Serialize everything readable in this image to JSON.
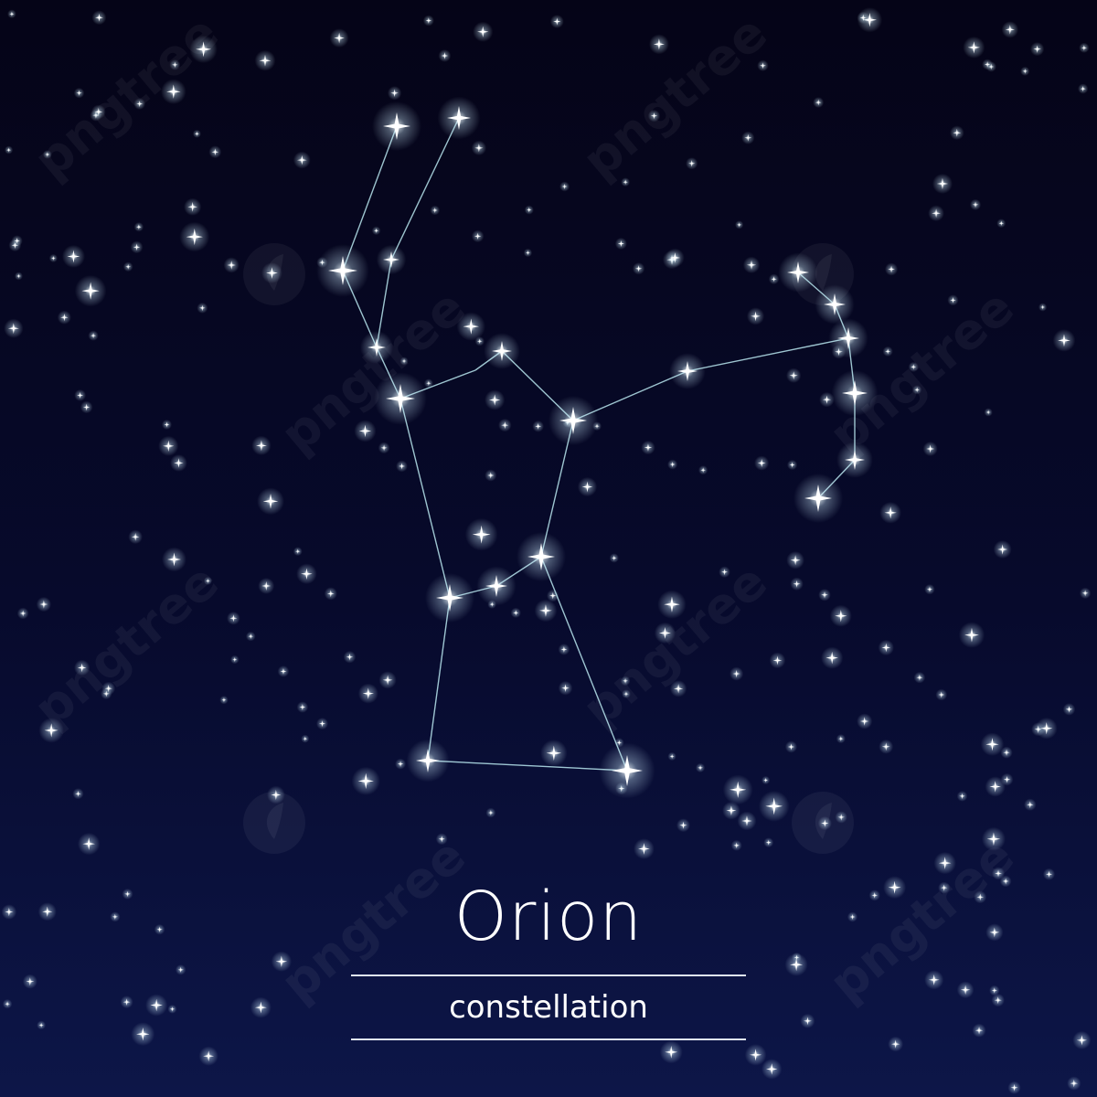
{
  "title": "Orion",
  "subtitle": "constellation",
  "colors": {
    "sky_top": "#050417",
    "sky_bottom": "#0d1648",
    "constellation_line": "#b9e6ef",
    "star": "#ffffff",
    "watermark": "#ffffff"
  },
  "watermark": {
    "text": "pngtree",
    "icon": "leaf-logo-icon"
  }
}
